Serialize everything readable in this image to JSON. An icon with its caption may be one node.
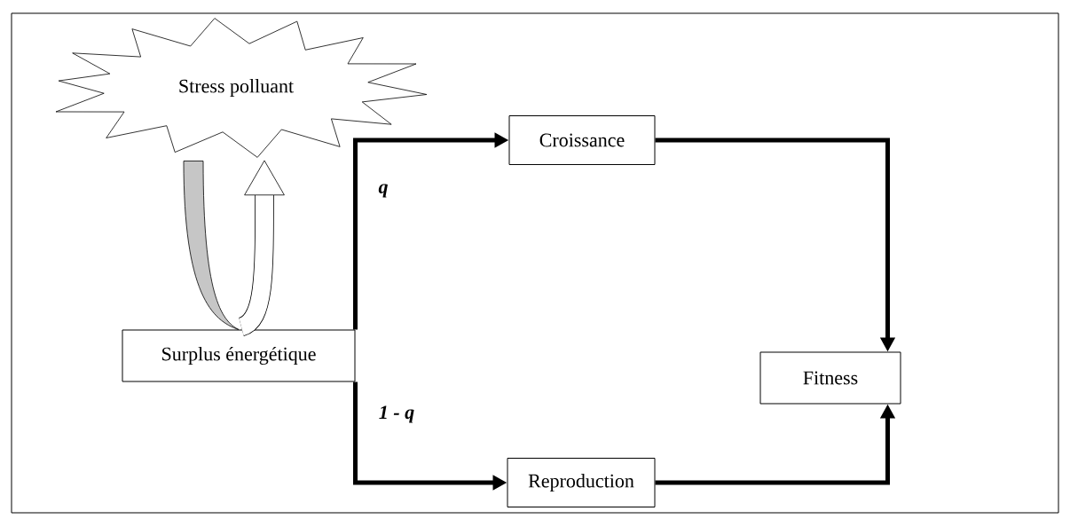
{
  "diagram": {
    "nodes": [
      {
        "text": [
          "Stress polluant"
        ]
      },
      {
        "text": [
          "Surplus énergétique"
        ]
      },
      {
        "text": [
          "Croissance"
        ]
      },
      {
        "text": [
          "Fitness"
        ]
      },
      {
        "text": [
          "Reproduction"
        ]
      }
    ],
    "edges": [
      {
        "from": 1,
        "to": 2,
        "arrow": "to",
        "label": "q"
      },
      {
        "from": 1,
        "to": 4,
        "arrow": "to",
        "label": "1 - q"
      },
      {
        "from": 2,
        "to": 3,
        "arrow": "to"
      },
      {
        "from": 4,
        "to": 3,
        "arrow": "to"
      },
      {
        "from": 1,
        "to": 0,
        "arrow": "to",
        "style": "thick"
      }
    ]
  }
}
